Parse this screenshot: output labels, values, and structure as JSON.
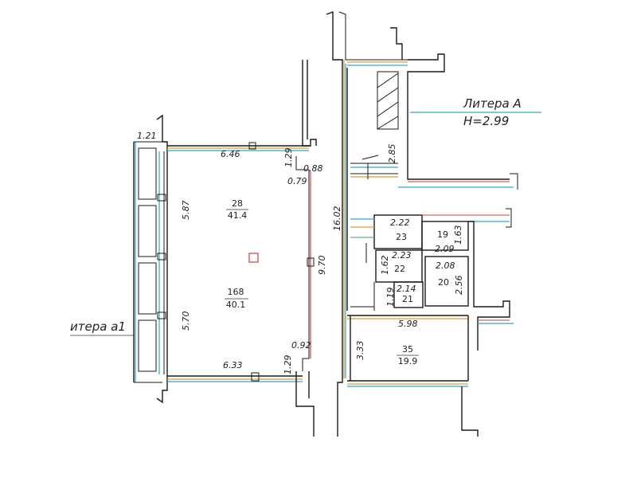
{
  "titles": {
    "litera_a": "Литера А",
    "height": "H=2.99",
    "litera_a1": "итера а1"
  },
  "rooms": [
    {
      "id": "28",
      "number": "28",
      "area": "41.4"
    },
    {
      "id": "168",
      "number": "168",
      "area": "40.1"
    },
    {
      "id": "23",
      "number": "23",
      "area": ""
    },
    {
      "id": "19",
      "number": "19",
      "area": ""
    },
    {
      "id": "22",
      "number": "22",
      "area": ""
    },
    {
      "id": "20",
      "number": "20",
      "area": ""
    },
    {
      "id": "21",
      "number": "21",
      "area": ""
    },
    {
      "id": "35",
      "number": "35",
      "area": "19.9"
    }
  ],
  "dimensions": {
    "d_121": "1.21",
    "d_646": "6.46",
    "d_129_top": "1.29",
    "d_088": "0.88",
    "d_079": "0.79",
    "d_587": "5.87",
    "d_570": "5.70",
    "d_970": "9.70",
    "d_092": "0.92",
    "d_129_bottom": "1.29",
    "d_633": "6.33",
    "d_1602": "16.02",
    "d_285": "2.85",
    "d_222": "2.22",
    "d_163": "1.63",
    "d_209": "2.09",
    "d_223": "2.23",
    "d_162": "1.62",
    "d_208": "2.08",
    "d_256": "2.56",
    "d_214": "2.14",
    "d_119": "1.19",
    "d_598": "5.98",
    "d_333": "3.33"
  }
}
